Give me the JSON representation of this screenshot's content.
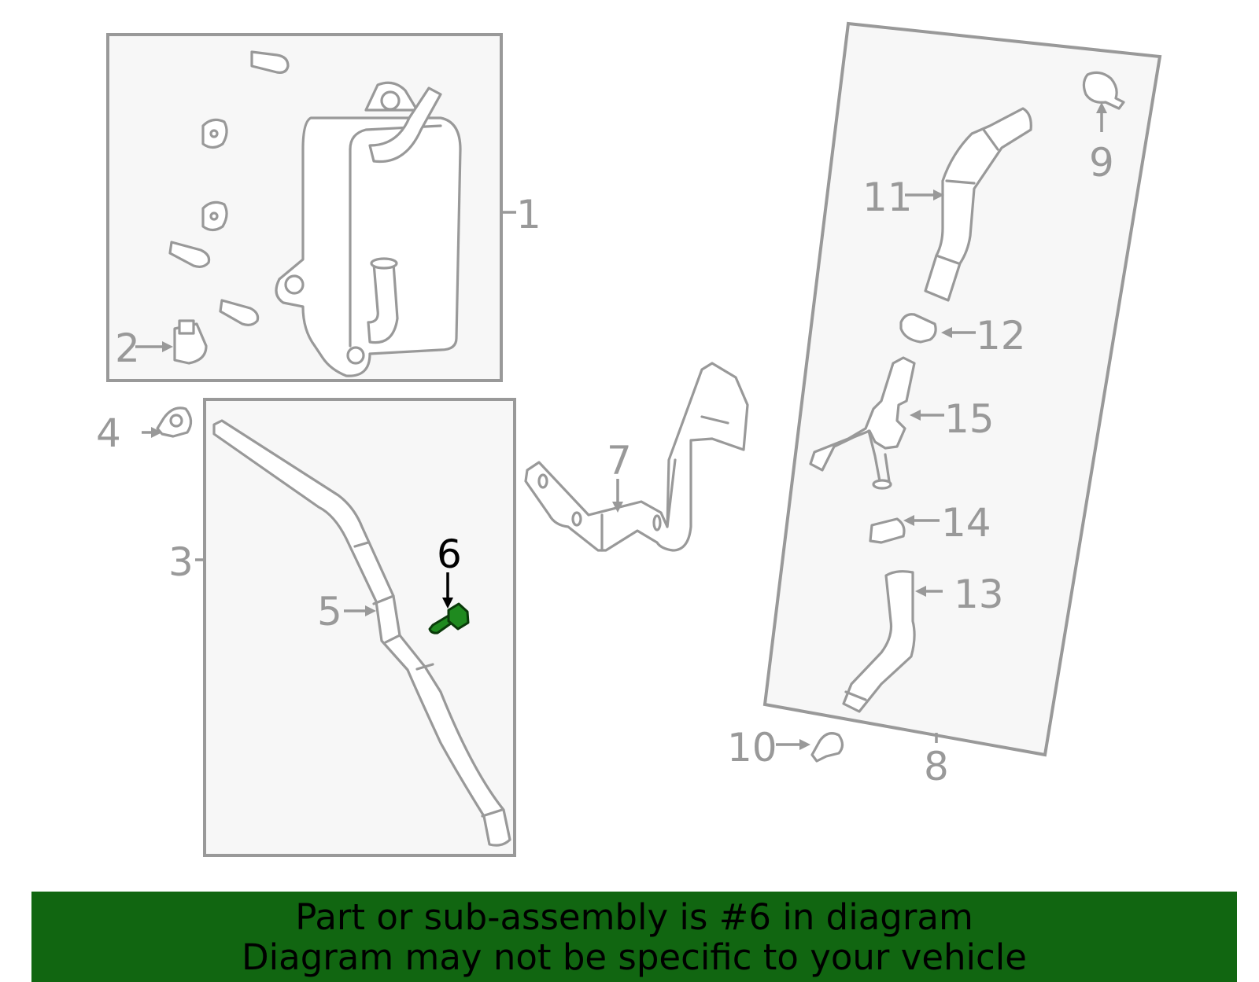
{
  "diagram": {
    "highlight_color": "#116611",
    "highlight_part": "6",
    "callouts": {
      "c1": "1",
      "c2": "2",
      "c3": "3",
      "c4": "4",
      "c5": "5",
      "c6": "6",
      "c7": "7",
      "c8": "8",
      "c9": "9",
      "c10": "10",
      "c11": "11",
      "c12": "12",
      "c13": "13",
      "c14": "14",
      "c15": "15"
    }
  },
  "banner": {
    "line1": "Part or sub-assembly is #6 in diagram",
    "line2": "Diagram may not be specific to your vehicle"
  }
}
